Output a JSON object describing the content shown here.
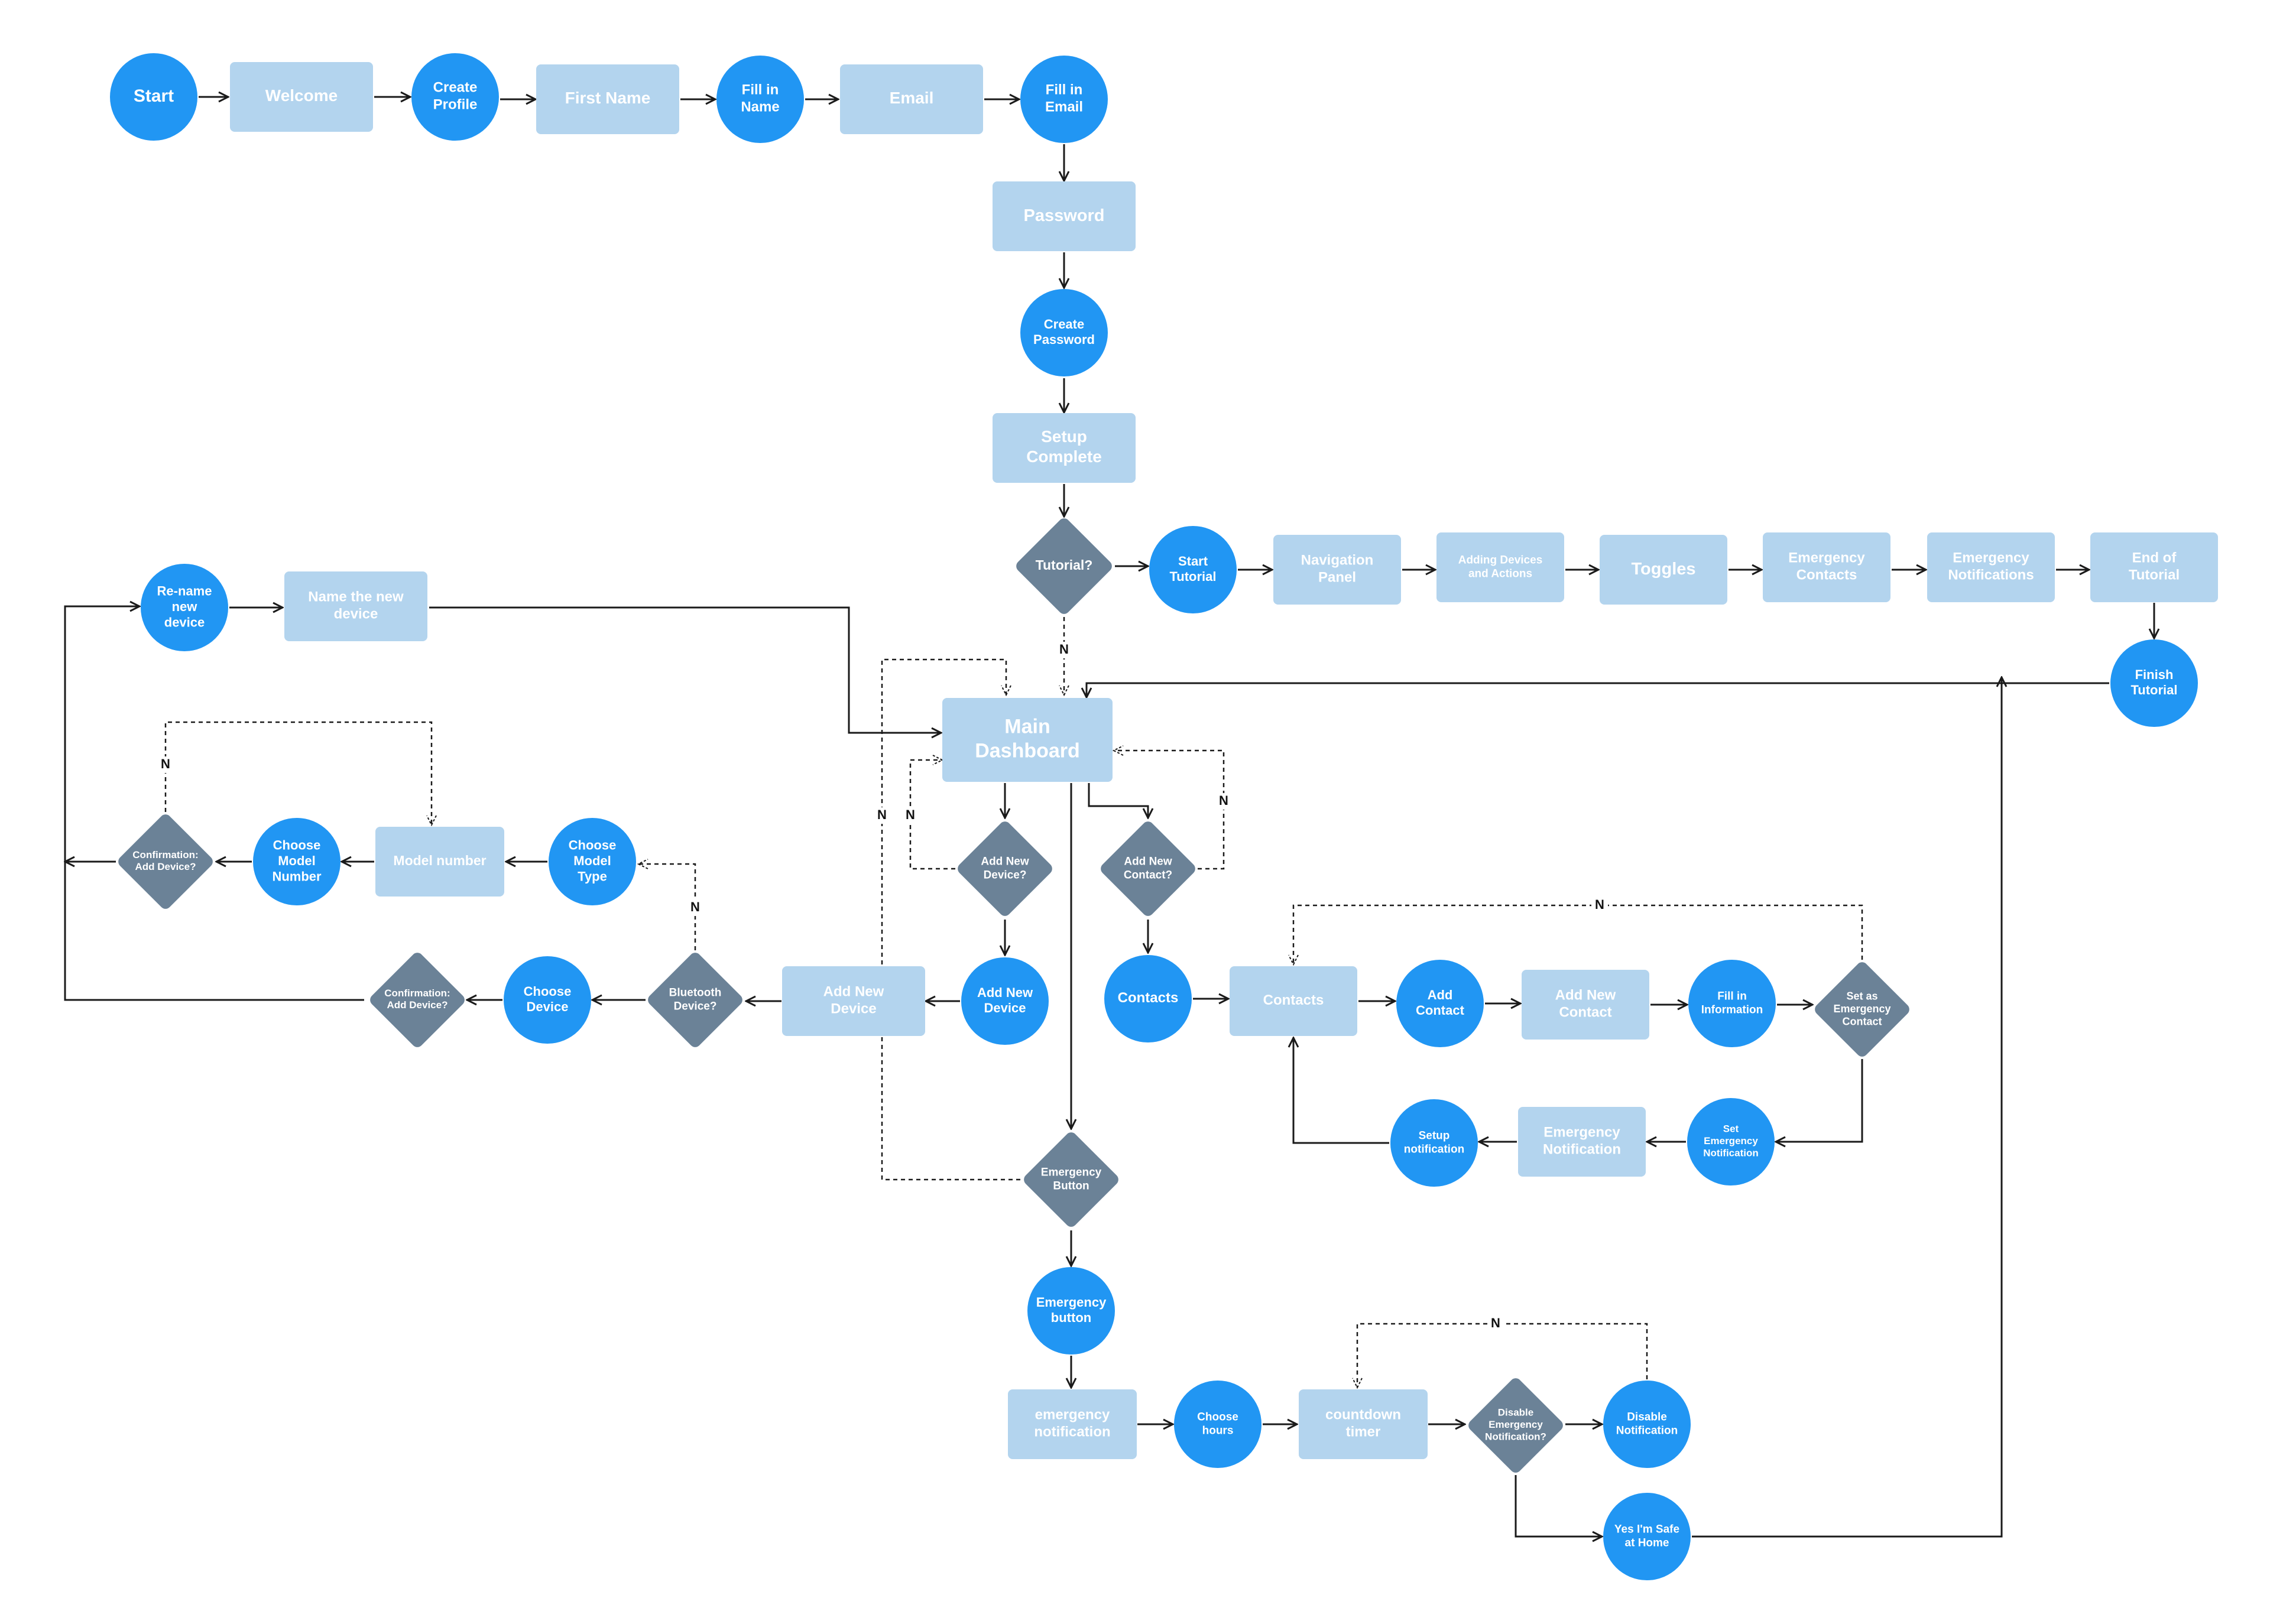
{
  "colors": {
    "circle": "#2196f3",
    "rect": "#b3d4ee",
    "diamond": "#6b8297",
    "circle_text": "#ffffff",
    "rect_text": "#ffffff",
    "line": "#1a1a1a"
  },
  "no_label": "N",
  "nodes": {
    "start": "Start",
    "welcome": "Welcome",
    "create_profile": "Create Profile",
    "first_name": "First Name",
    "fill_name": "Fill in Name",
    "email": "Email",
    "fill_email": "Fill in Email",
    "password": "Password",
    "create_password": "Create Password",
    "setup_complete": "Setup Complete",
    "tutorial_q": "Tutorial?",
    "start_tutorial": "Start Tutorial",
    "navigation_panel": "Navigation Panel",
    "adding_devices": "Adding Devices and Actions",
    "toggles": "Toggles",
    "emergency_contacts": "Emergency Contacts",
    "emergency_notifications": "Emergency Notifications",
    "end_tutorial": "End of Tutorial",
    "finish_tutorial": "Finish Tutorial",
    "main_dashboard": "Main Dashboard",
    "rename_device": "Re-name new device",
    "name_new_device": "Name the new device",
    "confirm_add_1": "Confirmation: Add Device?",
    "choose_model_number": "Choose Model Number",
    "model_number": "Model number",
    "choose_model_type": "Choose Model Type",
    "add_new_device_q": "Add New Device?",
    "add_new_contact_q": "Add New Contact?",
    "confirm_add_2": "Confirmation: Add Device?",
    "choose_device": "Choose Device",
    "bluetooth_q": "Bluetooth Device?",
    "add_new_device_rect": "Add New Device",
    "add_new_device_circle": "Add New Device",
    "contacts_circle": "Contacts",
    "contacts_rect": "Contacts",
    "add_contact": "Add Contact",
    "add_new_contact": "Add New Contact",
    "fill_information": "Fill in Information",
    "set_emergency_contact_q": "Set as Emergency Contact",
    "set_emergency_notification": "Set Emergency Notification",
    "emergency_notification_rect": "Emergency Notification",
    "setup_notification": "Setup notification",
    "emergency_button_q": "Emergency Button",
    "emergency_button_circle": "Emergency button",
    "emergency_notification_2": "emergency notification",
    "choose_hours": "Choose hours",
    "countdown_timer": "countdown timer",
    "disable_emergency_q": "Disable Emergency Notification?",
    "disable_notification": "Disable Notification",
    "safe_at_home": "Yes I'm Safe at Home"
  }
}
